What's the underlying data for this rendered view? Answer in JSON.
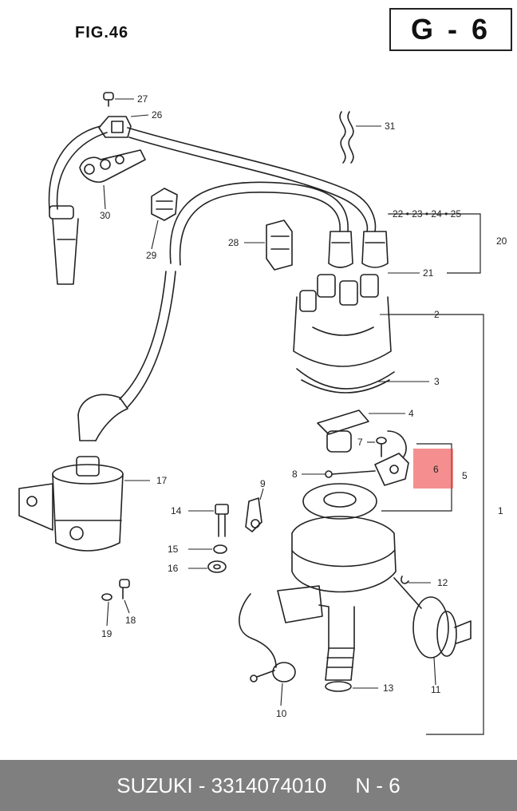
{
  "figure": {
    "title": "FIG.46",
    "ref_code": "G - 6"
  },
  "callouts": {
    "c1": "1",
    "c2": "2",
    "c3": "3",
    "c4": "4",
    "c5": "5",
    "c6": "6",
    "c7": "7",
    "c8": "8",
    "c9": "9",
    "c10": "10",
    "c11": "11",
    "c12": "12",
    "c13": "13",
    "c14": "14",
    "c15": "15",
    "c16": "16",
    "c17": "17",
    "c18": "18",
    "c19": "19",
    "c20": "20",
    "c21": "21",
    "c22_25": "22 • 23 • 24 • 25",
    "c26": "26",
    "c27": "27",
    "c28": "28",
    "c29": "29",
    "c30": "30",
    "c31": "31"
  },
  "highlight": {
    "part": "6",
    "color": "#ee4444"
  },
  "footer": {
    "text": "SUZUKI - 3314074010     N - 6",
    "background": "#7f7f7f"
  }
}
